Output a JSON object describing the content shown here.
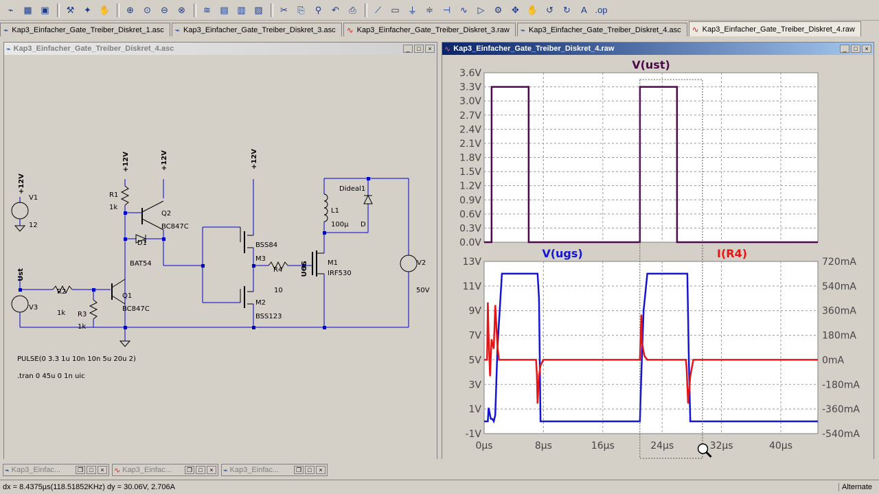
{
  "toolbar": {
    "icons": [
      "new-schematic-icon",
      "open-icon",
      "save-icon",
      "control-panel-icon",
      "run-icon",
      "halt-icon",
      "zoom-in-icon",
      "zoom-pan-icon",
      "zoom-out-icon",
      "zoom-cancel-icon",
      "autorange-icon",
      "tile-icon",
      "cascade-icon",
      "close-all-icon",
      "cut-icon",
      "copy-icon",
      "find-icon",
      "undo-icon",
      "print-icon",
      "wire-icon",
      "label-icon",
      "ground-icon",
      "resistor-icon",
      "capacitor-icon",
      "inductor-icon",
      "diode-icon",
      "component-icon",
      "move-icon",
      "drag-icon",
      "undo-arrow-icon",
      "redo-icon",
      "text-icon",
      "spice-icon"
    ]
  },
  "tabs": [
    {
      "label": "Kap3_Einfacher_Gate_Treiber_Diskret_1.asc",
      "kind": "asc"
    },
    {
      "label": "Kap3_Einfacher_Gate_Treiber_Diskret_3.asc",
      "kind": "asc"
    },
    {
      "label": "Kap3_Einfacher_Gate_Treiber_Diskret_3.raw",
      "kind": "raw"
    },
    {
      "label": "Kap3_Einfacher_Gate_Treiber_Diskret_4.asc",
      "kind": "asc"
    },
    {
      "label": "Kap3_Einfacher_Gate_Treiber_Diskret_4.raw",
      "kind": "raw"
    }
  ],
  "schematic": {
    "title": "Kap3_Einfacher_Gate_Treiber_Diskret_4.asc",
    "labels": {
      "v1_net": "+12V",
      "v1": "V1",
      "v1_val": "12",
      "r1": "R1",
      "r1_val": "1k",
      "r1_net": "+12V",
      "q2_net": "+12V",
      "q2": "Q2",
      "q2_val": "BC847C",
      "d1": "D1",
      "d1_val": "BAT54",
      "m3_net": "+12V",
      "m3": "BSS84",
      "m3_name": "M3",
      "m2": "M2",
      "m2_val": "BSS123",
      "ust": "Ust",
      "v3": "V3",
      "r2": "R2",
      "r2_val": "1k",
      "r3": "R3",
      "r3_val": "1k",
      "q1": "Q1",
      "q1_val": "BC847C",
      "r4": "R4",
      "r4_val": "10",
      "ugs": "UGS",
      "m1": "M1",
      "m1_val": "IRF530",
      "dideal": "Dideal1",
      "l1": "L1",
      "l1_val": "100µ",
      "d_val": "D",
      "v2": "V2",
      "v2_val": "50V",
      "pulse": "PULSE(0 3.3 1u 10n 10n 5u 20u 2)",
      "tran": ".tran 0 45u 0 1n uic"
    }
  },
  "plot": {
    "title": "Kap3_Einfacher_Gate_Treiber_Diskret_4.raw",
    "pane_top_title": "V(ust)",
    "pane_bottom_left_title": "V(ugs)",
    "pane_bottom_right_title": "I(R4)",
    "cursor_icon": "zoom-cursor-icon"
  },
  "chart_data": [
    {
      "type": "line",
      "title": "V(ust)",
      "ylim": [
        0,
        3.6
      ],
      "xlim": [
        0,
        45
      ],
      "yticks": [
        "3.6V",
        "3.3V",
        "3.0V",
        "2.7V",
        "2.4V",
        "2.1V",
        "1.8V",
        "1.5V",
        "1.2V",
        "0.9V",
        "0.6V",
        "0.3V",
        "0.0V"
      ],
      "grid": true,
      "series": [
        {
          "name": "V(ust)",
          "color": "#4a0a4a",
          "x": [
            0,
            1,
            1.01,
            6,
            6.01,
            21,
            21.01,
            26,
            26.01,
            45
          ],
          "y": [
            0,
            0,
            3.3,
            3.3,
            0,
            0,
            3.3,
            3.3,
            0,
            0
          ]
        }
      ]
    },
    {
      "type": "line",
      "title": "V(ugs)",
      "ylim": [
        -1,
        13
      ],
      "xlim": [
        0,
        45
      ],
      "xticks": [
        "0µs",
        "8µs",
        "16µs",
        "24µs",
        "32µs",
        "40µs"
      ],
      "yticks": [
        "13V",
        "11V",
        "9V",
        "7V",
        "5V",
        "3V",
        "1V",
        "-1V"
      ],
      "y2ticks": [
        "720mA",
        "540mA",
        "360mA",
        "180mA",
        "0mA",
        "-180mA",
        "-360mA",
        "-540mA"
      ],
      "y2lim": [
        -540,
        720
      ],
      "grid": true,
      "series": [
        {
          "name": "V(ugs)",
          "color": "#1414d4",
          "x": [
            0,
            0.5,
            0.6,
            0.9,
            1.1,
            1.3,
            1.5,
            1.8,
            2.4,
            7.2,
            7.4,
            7.6,
            8.5,
            21,
            21.2,
            21.5,
            22,
            22.6,
            27.4,
            27.6,
            27.8,
            29,
            45
          ],
          "y": [
            0,
            0,
            1.1,
            0.2,
            0.2,
            0,
            0.5,
            6,
            12,
            12,
            10,
            0,
            0,
            0,
            4,
            9,
            12,
            12,
            12,
            5,
            0,
            0,
            0
          ]
        },
        {
          "name": "I(R4)",
          "color": "#e81414",
          "x": [
            0,
            0.4,
            0.5,
            0.6,
            0.8,
            1,
            1.3,
            1.5,
            1.8,
            2,
            7,
            7.1,
            7.2,
            7.4,
            7.6,
            8,
            21,
            21.2,
            21.3,
            21.6,
            22,
            27.2,
            27.3,
            27.5,
            27.8,
            28.2,
            45
          ],
          "y": [
            0,
            0,
            420,
            180,
            -120,
            150,
            80,
            400,
            100,
            0,
            0,
            -100,
            -320,
            -120,
            -40,
            0,
            0,
            330,
            120,
            30,
            0,
            0,
            -60,
            -320,
            -120,
            0,
            0
          ]
        }
      ]
    }
  ],
  "taskbar": [
    {
      "label": "Kap3_Einfac...",
      "kind": "asc"
    },
    {
      "label": "Kap3_Einfac...",
      "kind": "raw"
    },
    {
      "label": "Kap3_Einfac...",
      "kind": "asc"
    }
  ],
  "status": {
    "readout": "dx = 8.4375µs(118.51852KHz)   dy = 30.06V, 2.706A",
    "mode": "Alternate"
  }
}
